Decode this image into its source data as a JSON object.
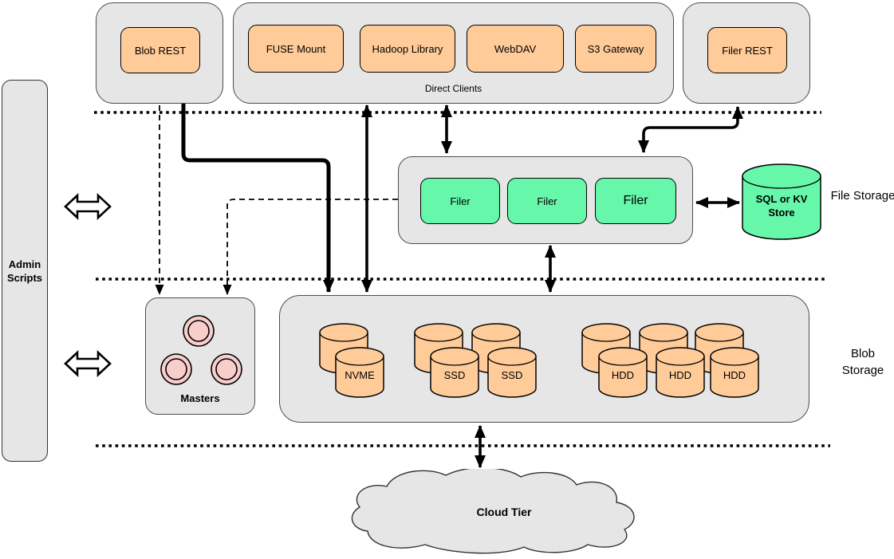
{
  "admin": {
    "label": "Admin Scripts"
  },
  "top_row": {
    "blob_rest": {
      "label": "Blob REST"
    },
    "direct_clients": {
      "label": "Direct Clients",
      "items": [
        {
          "label": "FUSE Mount"
        },
        {
          "label": "Hadoop Library"
        },
        {
          "label": "WebDAV"
        },
        {
          "label": "S3 Gateway"
        }
      ]
    },
    "filer_rest": {
      "label": "Filer REST"
    }
  },
  "file_tier": {
    "filers": [
      {
        "label": "Filer"
      },
      {
        "label": "Filer"
      },
      {
        "label": "Filer"
      }
    ],
    "store": {
      "label": "SQL or KV Store"
    },
    "tier_label": "File Storage"
  },
  "blob_tier": {
    "masters": {
      "label": "Masters"
    },
    "disks": [
      {
        "label": "NVME"
      },
      {
        "label": "SSD"
      },
      {
        "label": "SSD"
      },
      {
        "label": "HDD"
      },
      {
        "label": "HDD"
      },
      {
        "label": "HDD"
      }
    ],
    "tier_label": "Blob Storage"
  },
  "cloud": {
    "label": "Cloud Tier"
  },
  "icons": {
    "cylinder-icon": "database cylinder shape",
    "cloud-icon": "cloud outline shape",
    "master-node-icon": "concentric circles",
    "bidirectional-hollow-arrow-icon": "outlined double-headed arrow"
  },
  "colors": {
    "container_fill": "#E6E6E6",
    "client_fill": "#FFCC99",
    "filer_fill": "#66F7AA",
    "master_fill": "#F8CECC",
    "stroke": "#000000"
  }
}
